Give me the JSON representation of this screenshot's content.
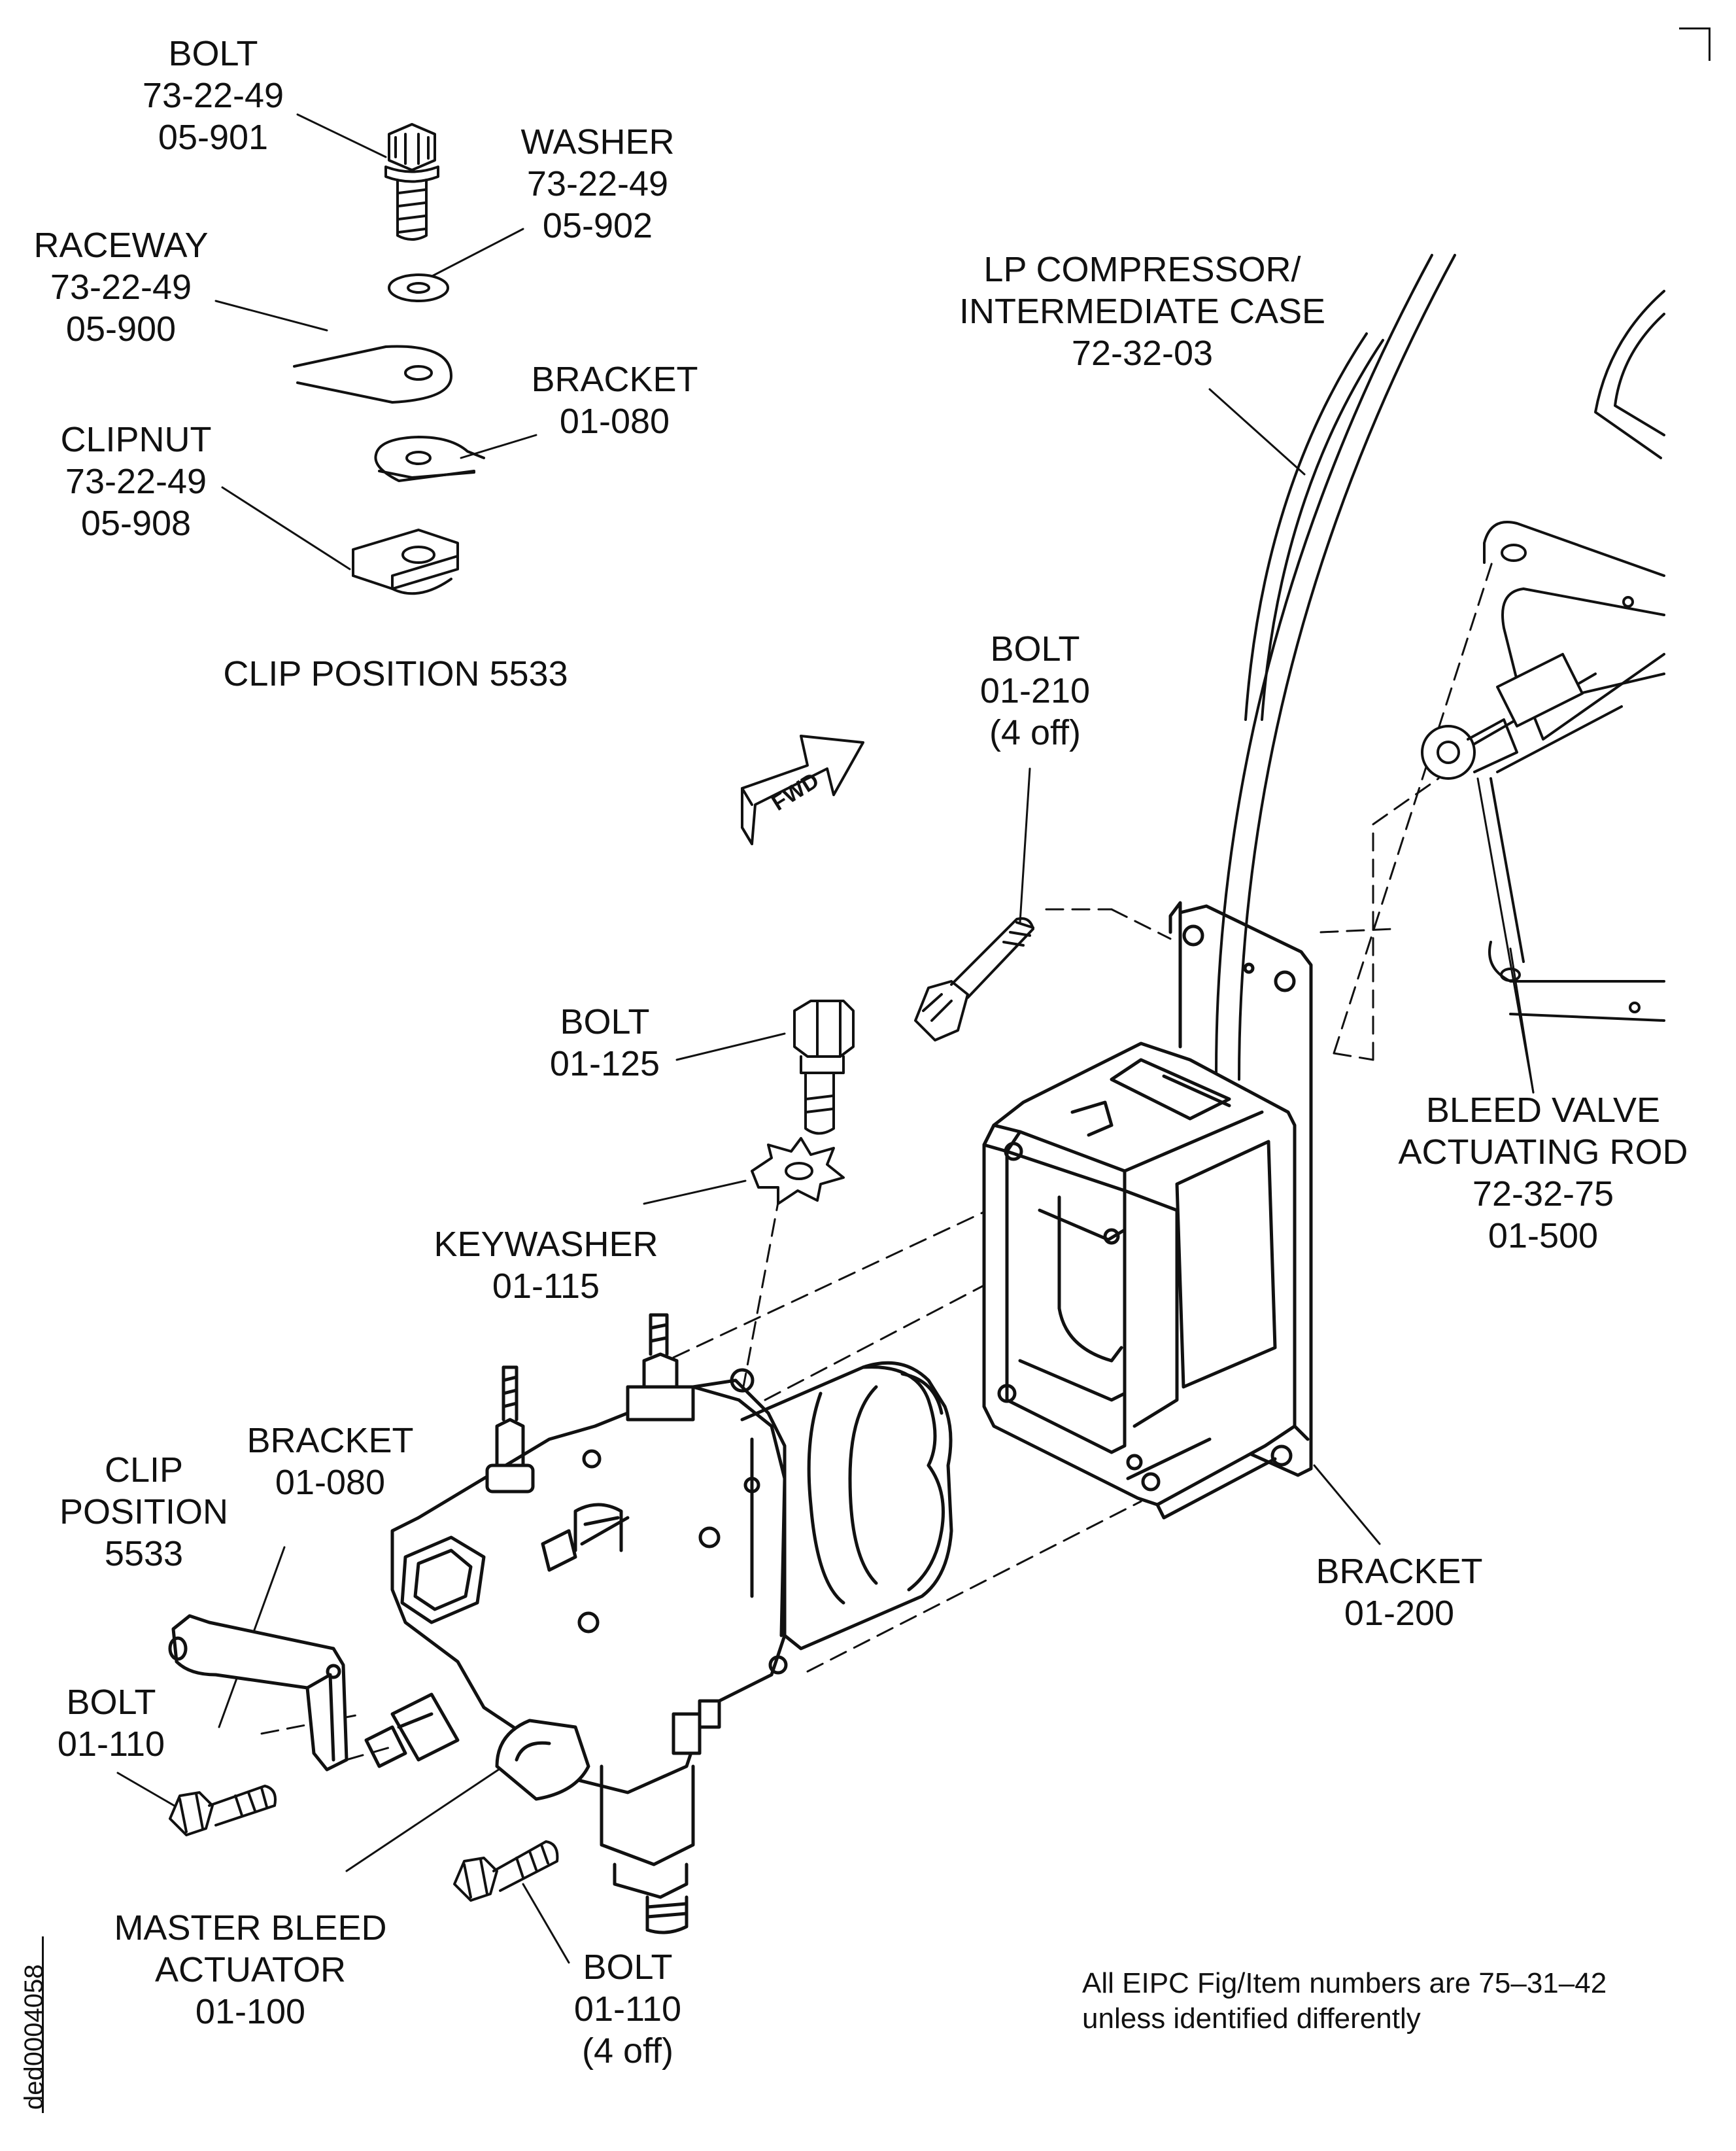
{
  "labels": {
    "bolt_05_901": [
      "BOLT",
      "73-22-49",
      "05-901"
    ],
    "washer_05_902": [
      "WASHER",
      "73-22-49",
      "05-902"
    ],
    "raceway_05_900": [
      "RACEWAY",
      "73-22-49",
      "05-900"
    ],
    "bracket_01_080_top": [
      "BRACKET",
      "01-080"
    ],
    "clipnut_05_908": [
      "CLIPNUT",
      "73-22-49",
      "05-908"
    ],
    "clip_position_top": "CLIP POSITION 5533",
    "lp_compressor_case": [
      "LP COMPRESSOR/",
      "INTERMEDIATE CASE",
      "72-32-03"
    ],
    "bolt_01_210": [
      "BOLT",
      "01-210",
      "(4 off)"
    ],
    "bolt_01_125": [
      "BOLT",
      "01-125"
    ],
    "keywasher_01_115": [
      "KEYWASHER",
      "01-115"
    ],
    "bleed_valve_rod": [
      "BLEED VALVE",
      "ACTUATING ROD",
      "72-32-75",
      "01-500"
    ],
    "bracket_01_080_low": [
      "BRACKET",
      "01-080"
    ],
    "clip_position_low": [
      "CLIP",
      "POSITION",
      "5533"
    ],
    "bracket_01_200": [
      "BRACKET",
      "01-200"
    ],
    "bolt_01_110_single": [
      "BOLT",
      "01-110"
    ],
    "master_bleed_actuator": [
      "MASTER BLEED",
      "ACTUATOR",
      "01-100"
    ],
    "bolt_01_110_four": [
      "BOLT",
      "01-110",
      "(4 off)"
    ]
  },
  "fwd_arrow_text": "FWD",
  "note": [
    "All EIPC Fig/Item numbers are 75–31–42",
    "unless identified differently"
  ],
  "document_id": "ded0004058"
}
